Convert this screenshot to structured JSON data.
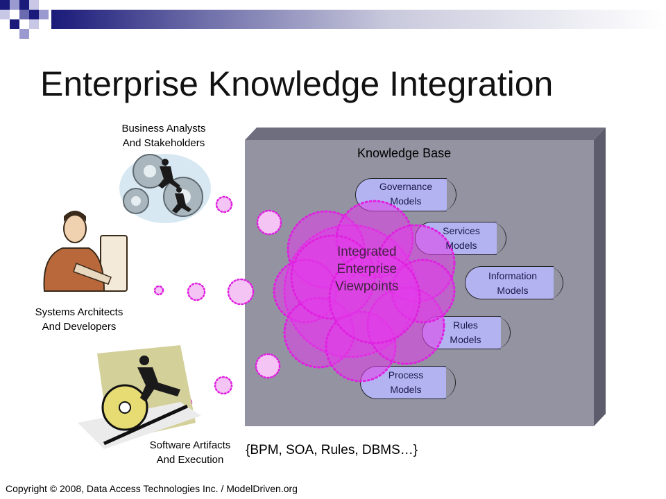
{
  "slide": {
    "title": "Enterprise Knowledge Integration",
    "footer": "Copyright © 2008, Data Access Technologies Inc. / ModelDriven.org",
    "technologies": "{BPM, SOA, Rules, DBMS…}"
  },
  "actors": {
    "business": "Business Analysts\nAnd Stakeholders",
    "architects": "Systems Architects\nAnd Developers",
    "software": "Software Artifacts\nAnd Execution"
  },
  "knowledge_base": {
    "title": "Knowledge Base",
    "center": "Integrated\nEnterprise\nViewpoints",
    "models": [
      {
        "label": "Governance\nModels"
      },
      {
        "label": "Services\nModels"
      },
      {
        "label": "Information\nModels"
      },
      {
        "label": "Rules\nModels"
      },
      {
        "label": "Process\nModels"
      }
    ]
  },
  "colors": {
    "accent": "#1a1a7a",
    "kb_box": "#9393a2",
    "model_fill": "#b3b3f2",
    "cloud": "#e040e8"
  }
}
